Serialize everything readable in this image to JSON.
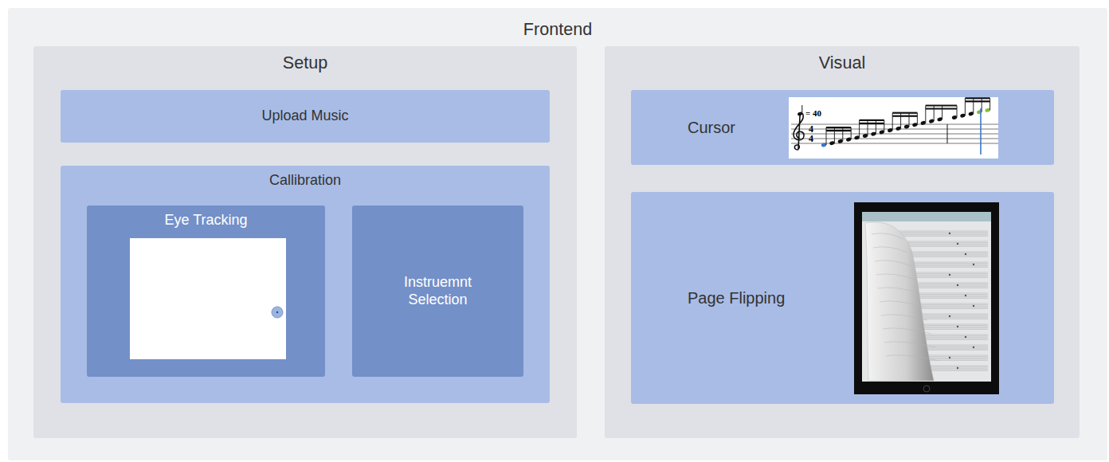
{
  "diagram": {
    "nodes": [
      {
        "text": [
          "Frontend"
        ]
      },
      {
        "text": [
          "Setup"
        ],
        "in": 0
      },
      {
        "text": [
          "Upload Music"
        ],
        "in": 1
      },
      {
        "text": [
          "Callibration"
        ],
        "in": 1
      },
      {
        "text": [
          "Eye Tracking"
        ],
        "in": 3
      },
      {
        "text": [
          "Instruemnt Selection"
        ],
        "in": 3
      },
      {
        "text": [
          "Visual"
        ],
        "in": 0
      },
      {
        "text": [
          "Cursor"
        ],
        "in": 6
      },
      {
        "text": [
          "Page Flipping"
        ],
        "in": 6
      }
    ],
    "labels": [
      "= 40",
      "4",
      "4"
    ]
  }
}
